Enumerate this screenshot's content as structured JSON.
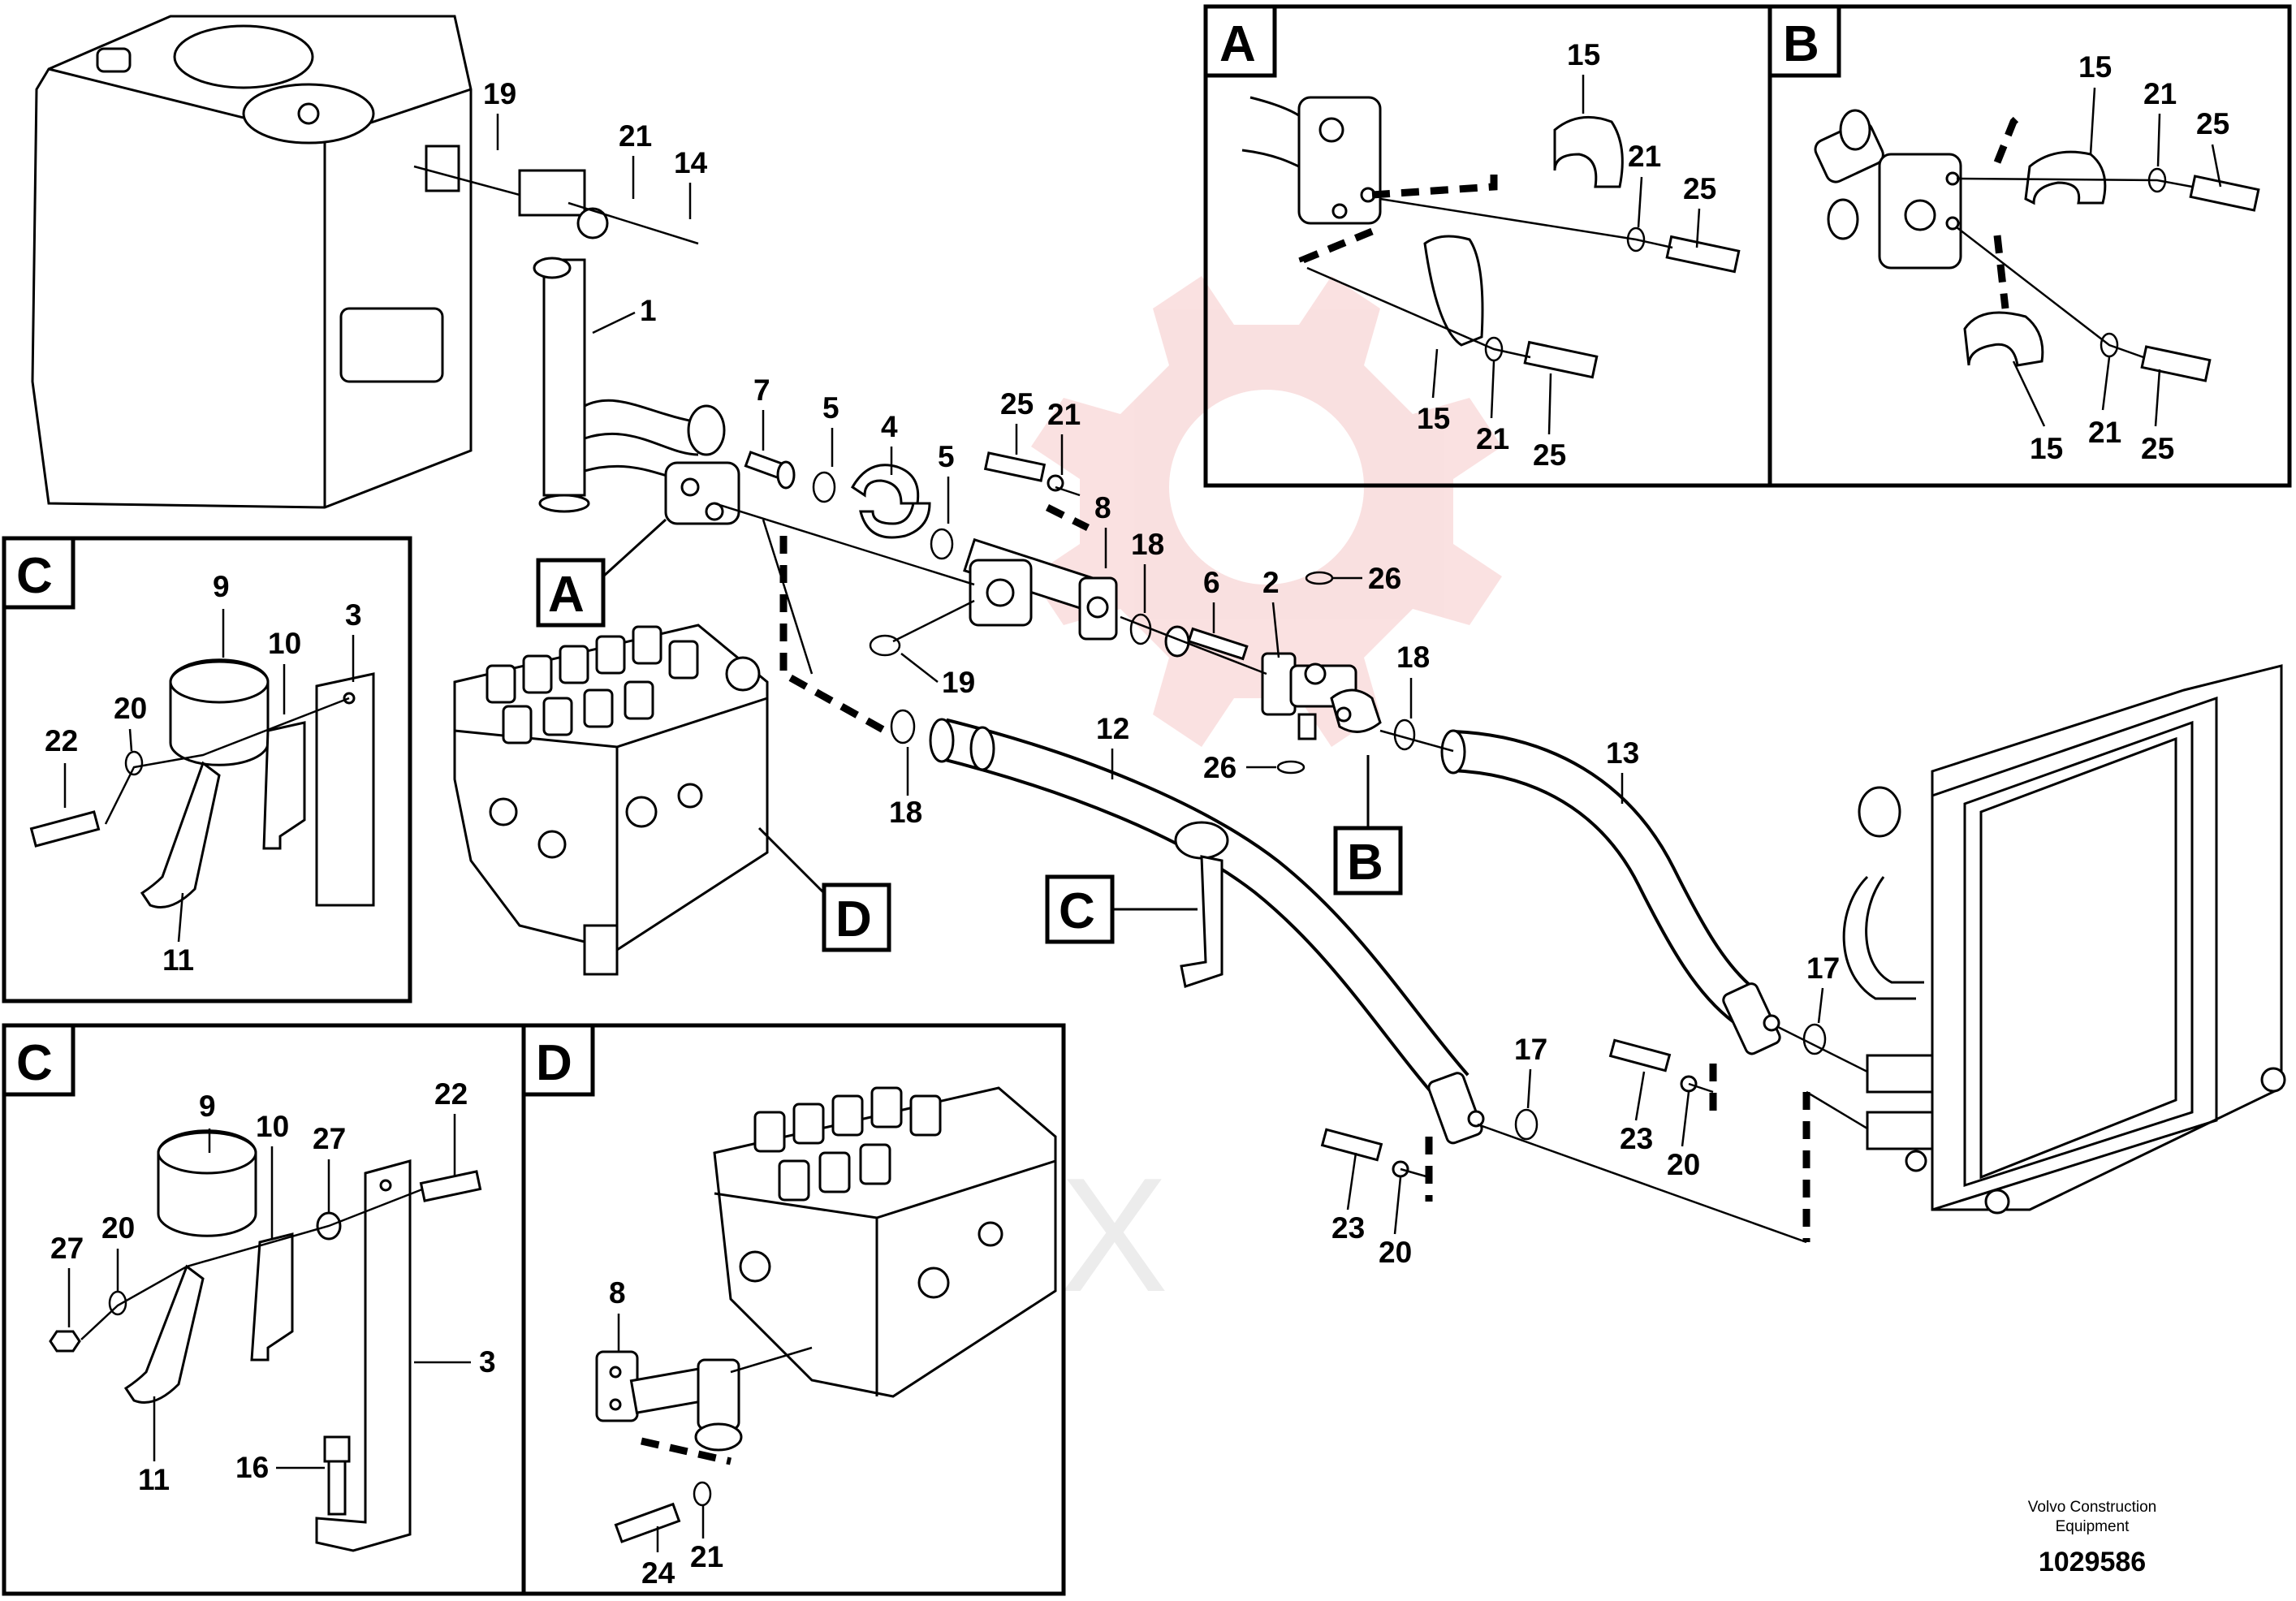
{
  "callouts": [
    "A",
    "B",
    "C",
    "D"
  ],
  "part_numbers": {
    "p1": "1",
    "p2": "2",
    "p3": "3",
    "p4": "4",
    "p5": "5",
    "p6": "6",
    "p7": "7",
    "p8": "8",
    "p9": "9",
    "p10": "10",
    "p11": "11",
    "p12": "12",
    "p13": "13",
    "p14": "14",
    "p15": "15",
    "p16": "16",
    "p17": "17",
    "p18": "18",
    "p19": "19",
    "p20": "20",
    "p21": "21",
    "p22": "22",
    "p23": "23",
    "p24": "24",
    "p25": "25",
    "p26": "26",
    "p27": "27"
  },
  "detail_views": [
    {
      "letter": "A"
    },
    {
      "letter": "B"
    },
    {
      "letter": "C"
    },
    {
      "letter": "C"
    },
    {
      "letter": "D"
    }
  ],
  "footer": {
    "maker_line1": "Volvo Construction",
    "maker_line2": "Equipment",
    "drawing_number": "1029586"
  },
  "watermark": {
    "text": "TEX",
    "color": "#e8bcbc"
  },
  "colors": {
    "ink": "#000000",
    "background": "#ffffff",
    "watermark": "#f3c9c9"
  }
}
